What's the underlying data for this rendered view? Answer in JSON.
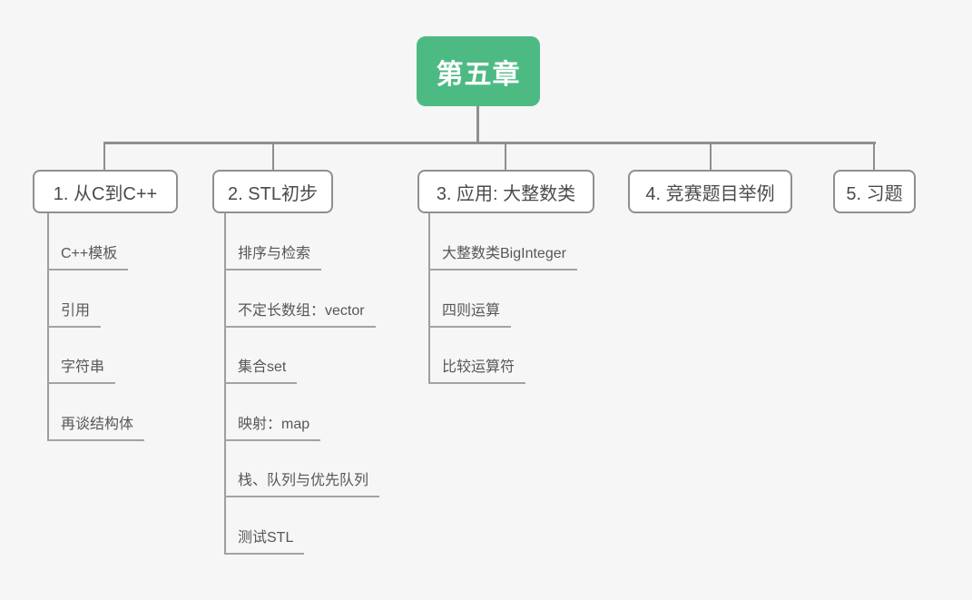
{
  "root": {
    "label": "第五章"
  },
  "branches": [
    {
      "label": "1. 从C到C++",
      "children": [
        "C++模板",
        "引用",
        "字符串",
        "再谈结构体"
      ]
    },
    {
      "label": "2. STL初步",
      "children": [
        "排序与检索",
        "不定长数组：vector",
        "集合set",
        "映射：map",
        "栈、队列与优先队列",
        "测试STL"
      ]
    },
    {
      "label": "3. 应用: 大整数类",
      "children": [
        "大整数类BigInteger",
        "四则运算",
        "比较运算符"
      ]
    },
    {
      "label": "4. 竞赛题目举例",
      "children": []
    },
    {
      "label": "5. 习题",
      "children": []
    }
  ],
  "colors": {
    "background": "#f6f6f6",
    "root_fill": "#4dba84",
    "root_text": "#ffffff",
    "connector": "#8f8f8f",
    "branch_border": "#8f8f8f",
    "branch_text": "#4a4a4a",
    "leaf_text": "#575757",
    "leaf_underline": "#a3a3a3"
  }
}
